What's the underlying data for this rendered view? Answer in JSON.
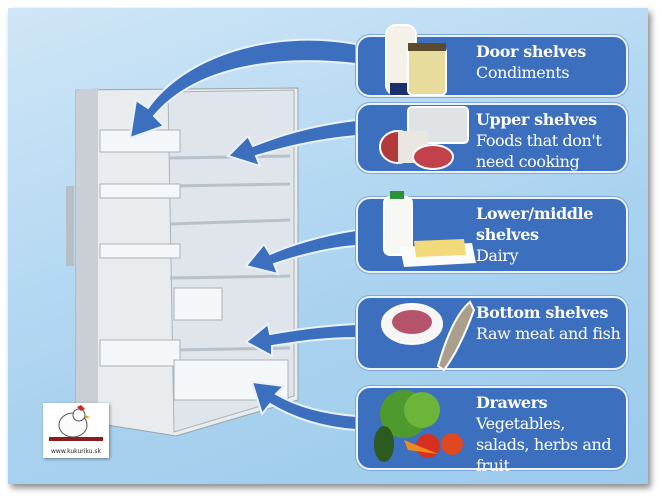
{
  "panels": [
    {
      "title": "Door shelves",
      "desc": "Condiments",
      "icon": "condiments-icon"
    },
    {
      "title": "Upper shelves",
      "desc": "Foods that don't need cooking",
      "icon": "salami-icon"
    },
    {
      "title": "Lower/middle shelves",
      "desc": "Dairy",
      "icon": "dairy-icon"
    },
    {
      "title": "Bottom shelves",
      "desc": "Raw meat and fish",
      "icon": "meat-fish-icon"
    },
    {
      "title": "Drawers",
      "desc": "Vegetables, salads, herbs and fruit",
      "icon": "vegetables-icon"
    }
  ],
  "logo": {
    "url": "www.kukuriku.sk"
  },
  "colors": {
    "panel": "#3d6fbf",
    "arrow": "#3d6fbf",
    "background": "#a9d2ef"
  }
}
